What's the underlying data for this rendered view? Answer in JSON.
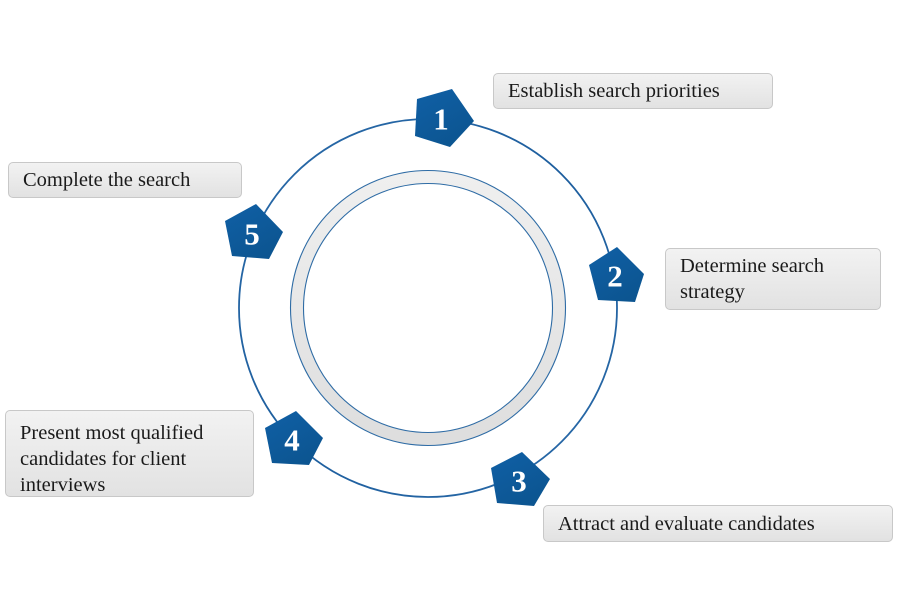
{
  "diagram": {
    "type": "cycle-process",
    "title": "",
    "accent_color": "#0e5c9c",
    "ring_fill": "#e8e8e8",
    "ring_stroke": "#1f5c99",
    "callout_fill": "#ebebeb",
    "callout_border": "#c8c8c8",
    "text_color": "#1a1a1a",
    "background": "#ffffff",
    "steps": [
      {
        "number": "1",
        "label": "Establish search priorities"
      },
      {
        "number": "2",
        "label": "Determine search strategy"
      },
      {
        "number": "3",
        "label": "Attract and evaluate candidates"
      },
      {
        "number": "4",
        "label": "Present most qualified candidates for client interviews"
      },
      {
        "number": "5",
        "label": "Complete the search"
      }
    ]
  }
}
